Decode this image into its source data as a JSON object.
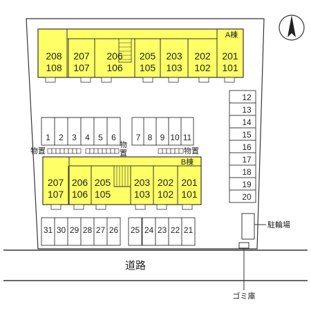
{
  "map": {
    "building_a": {
      "label": "A棟",
      "units": [
        {
          "top": "208",
          "bottom": "108"
        },
        {
          "top": "207",
          "bottom": "107"
        },
        {
          "top": "206",
          "bottom": "106"
        },
        {
          "top": "205",
          "bottom": "105"
        },
        {
          "top": "203",
          "bottom": "103"
        },
        {
          "top": "202",
          "bottom": "102"
        },
        {
          "top": "201",
          "bottom": "101"
        }
      ]
    },
    "building_b": {
      "label": "B棟",
      "units": [
        {
          "top": "207",
          "bottom": "107"
        },
        {
          "top": "206",
          "bottom": "106"
        },
        {
          "top": "205",
          "bottom": "105"
        },
        {
          "top": "203",
          "bottom": "103"
        },
        {
          "top": "202",
          "bottom": "102"
        },
        {
          "top": "201",
          "bottom": "101"
        }
      ]
    },
    "parking_top": [
      "1",
      "2",
      "3",
      "4",
      "5",
      "6",
      "7",
      "8",
      "9",
      "10",
      "11"
    ],
    "parking_right": [
      "12",
      "13",
      "14",
      "15",
      "16",
      "17",
      "18",
      "19",
      "20"
    ],
    "parking_bottom": [
      "31",
      "30",
      "29",
      "28",
      "27",
      "26",
      "25",
      "24",
      "23",
      "22",
      "21"
    ],
    "storage_labels": {
      "left": "物置",
      "middle": "物置",
      "right": "物置"
    },
    "bicycle_parking_label": "駐輪場",
    "road_label": "道路",
    "garbage_label": "ゴミ庫",
    "colors": {
      "building": "#ffff66",
      "outline": "#333333"
    },
    "north_icon": "north-arrow-icon"
  }
}
